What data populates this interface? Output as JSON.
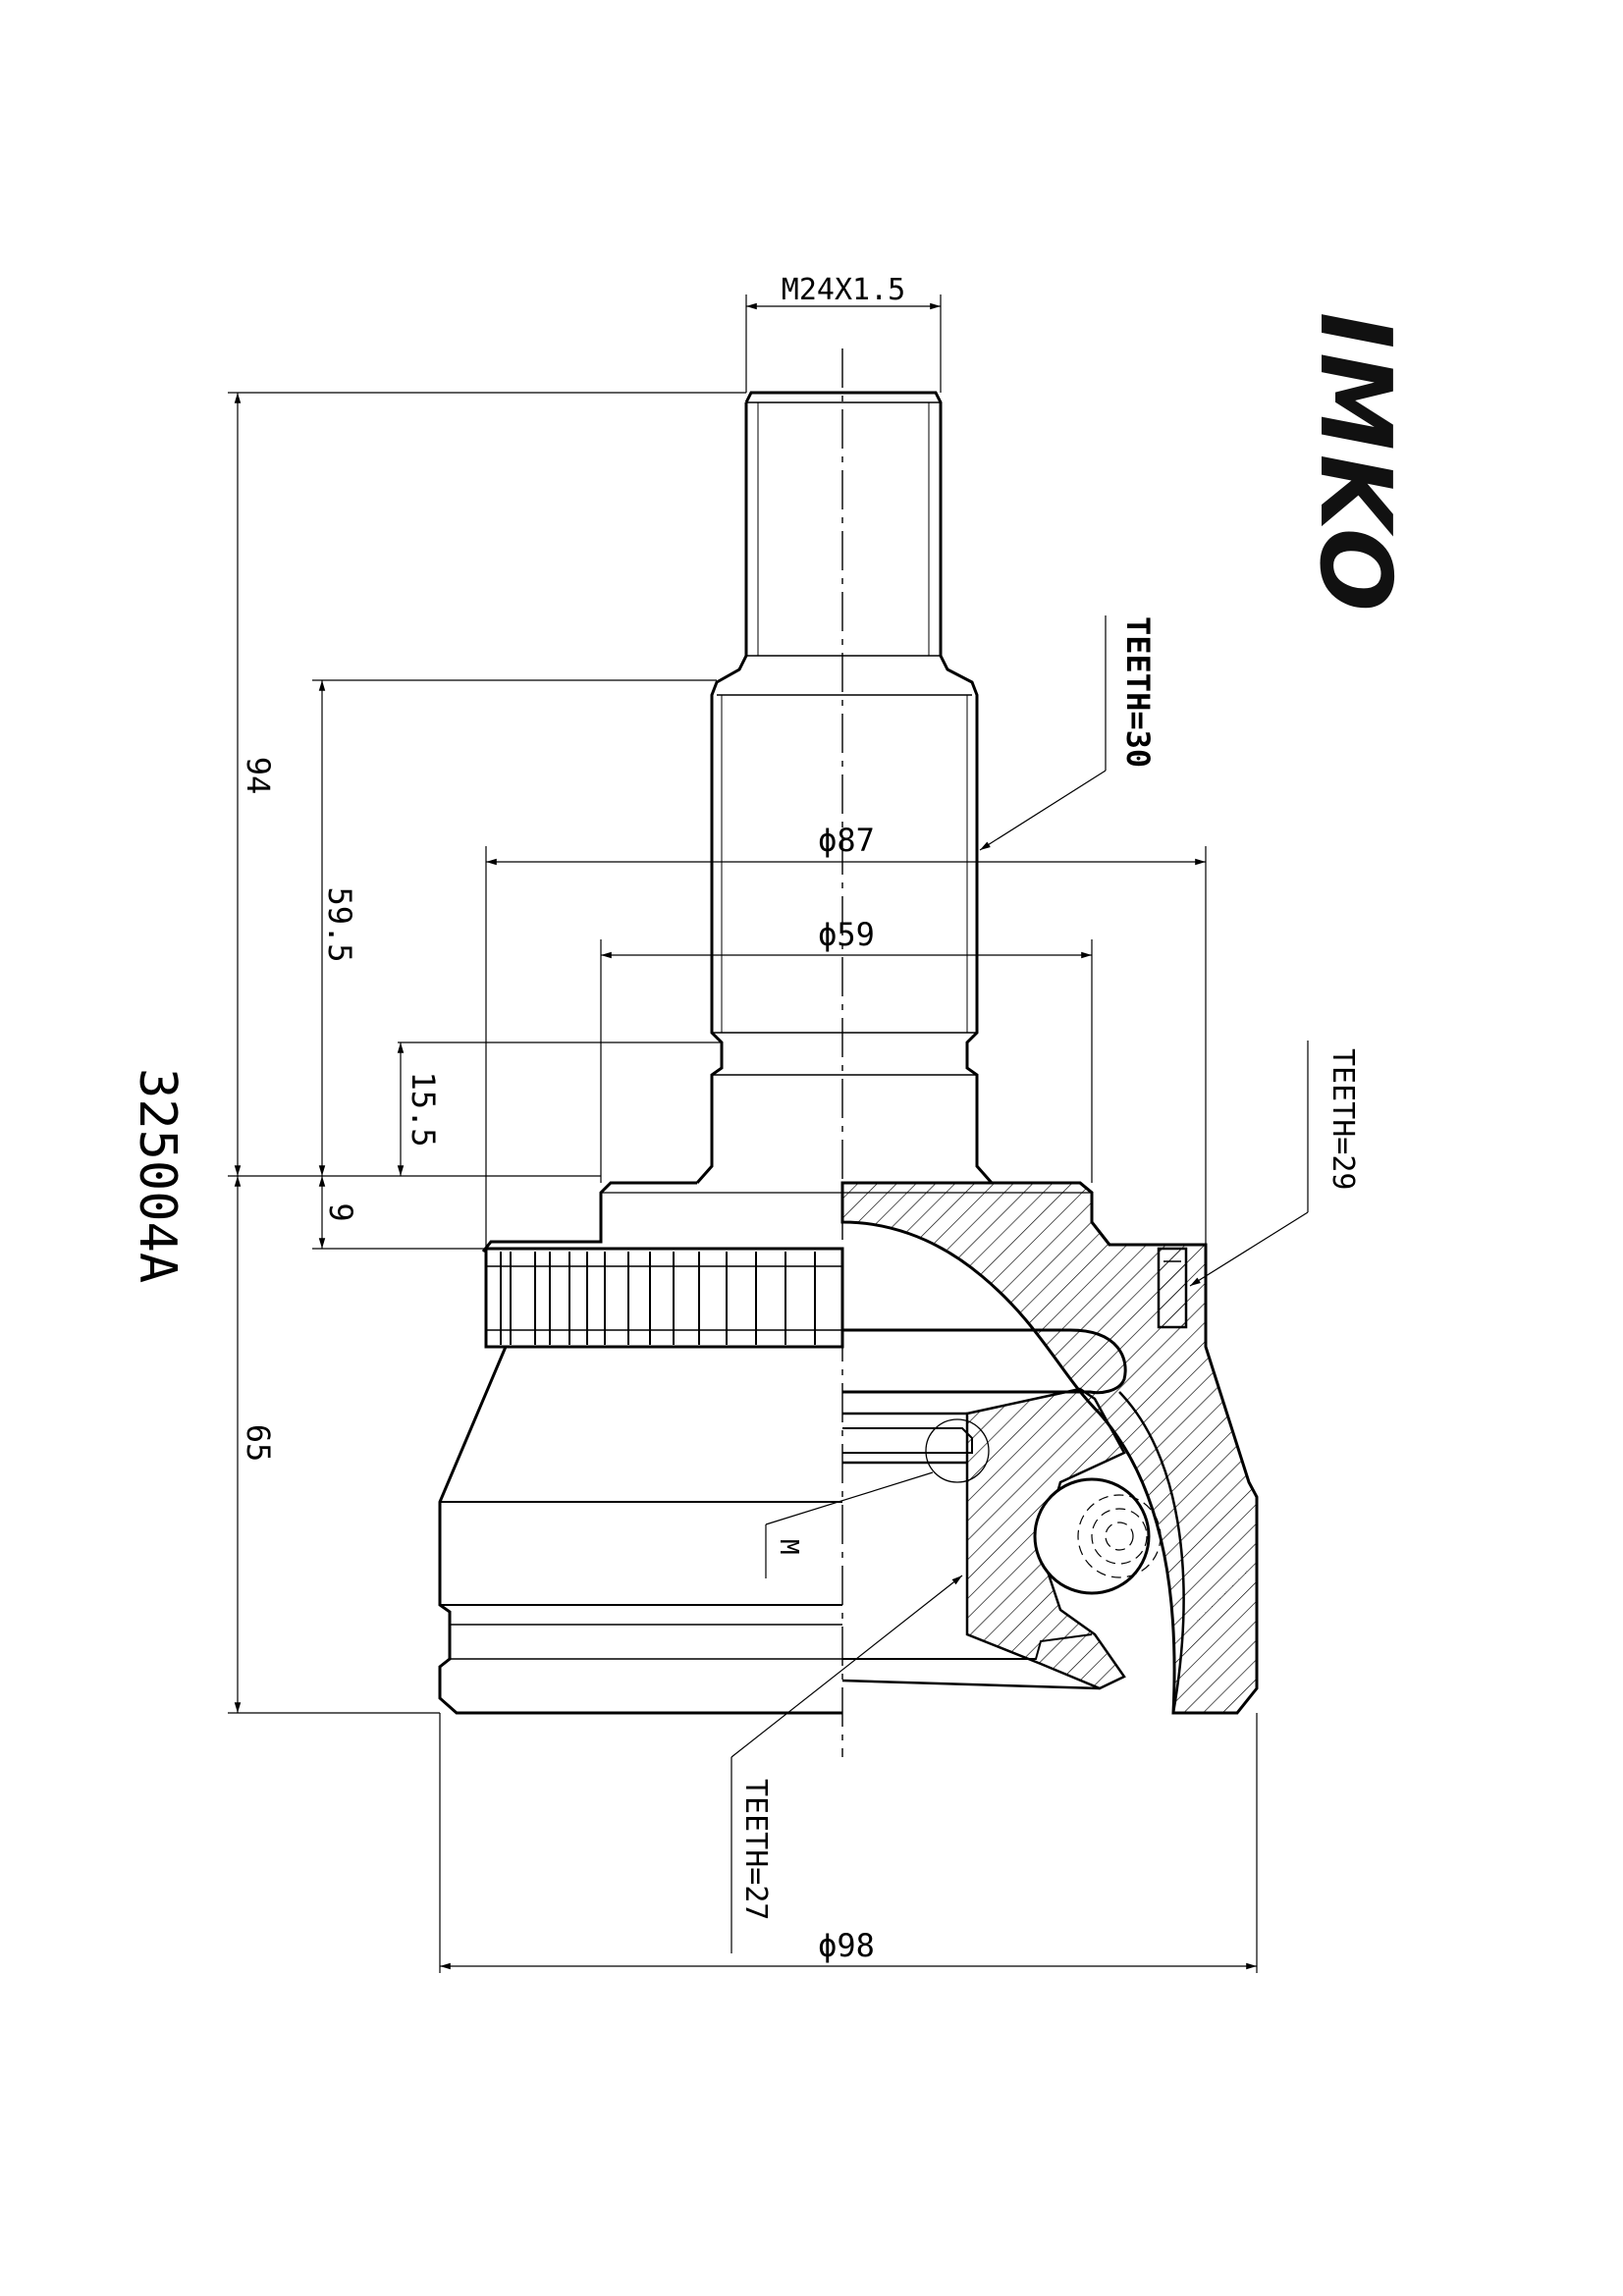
{
  "part_number": "325004A",
  "brand_logo": "IMKO",
  "thread_spec": "M24X1.5",
  "diameters": {
    "outer_flange": "ϕ87",
    "inner_step": "ϕ59",
    "housing": "ϕ98"
  },
  "lengths": {
    "overall": "94",
    "spline_section": "59.5",
    "collar": "15.5",
    "flange": "9",
    "housing": "65"
  },
  "teeth": {
    "shaft_spline": "TEETH=30",
    "abs_ring": "TEETH=29",
    "inner_race": "TEETH=27"
  },
  "detail_marker": "M"
}
